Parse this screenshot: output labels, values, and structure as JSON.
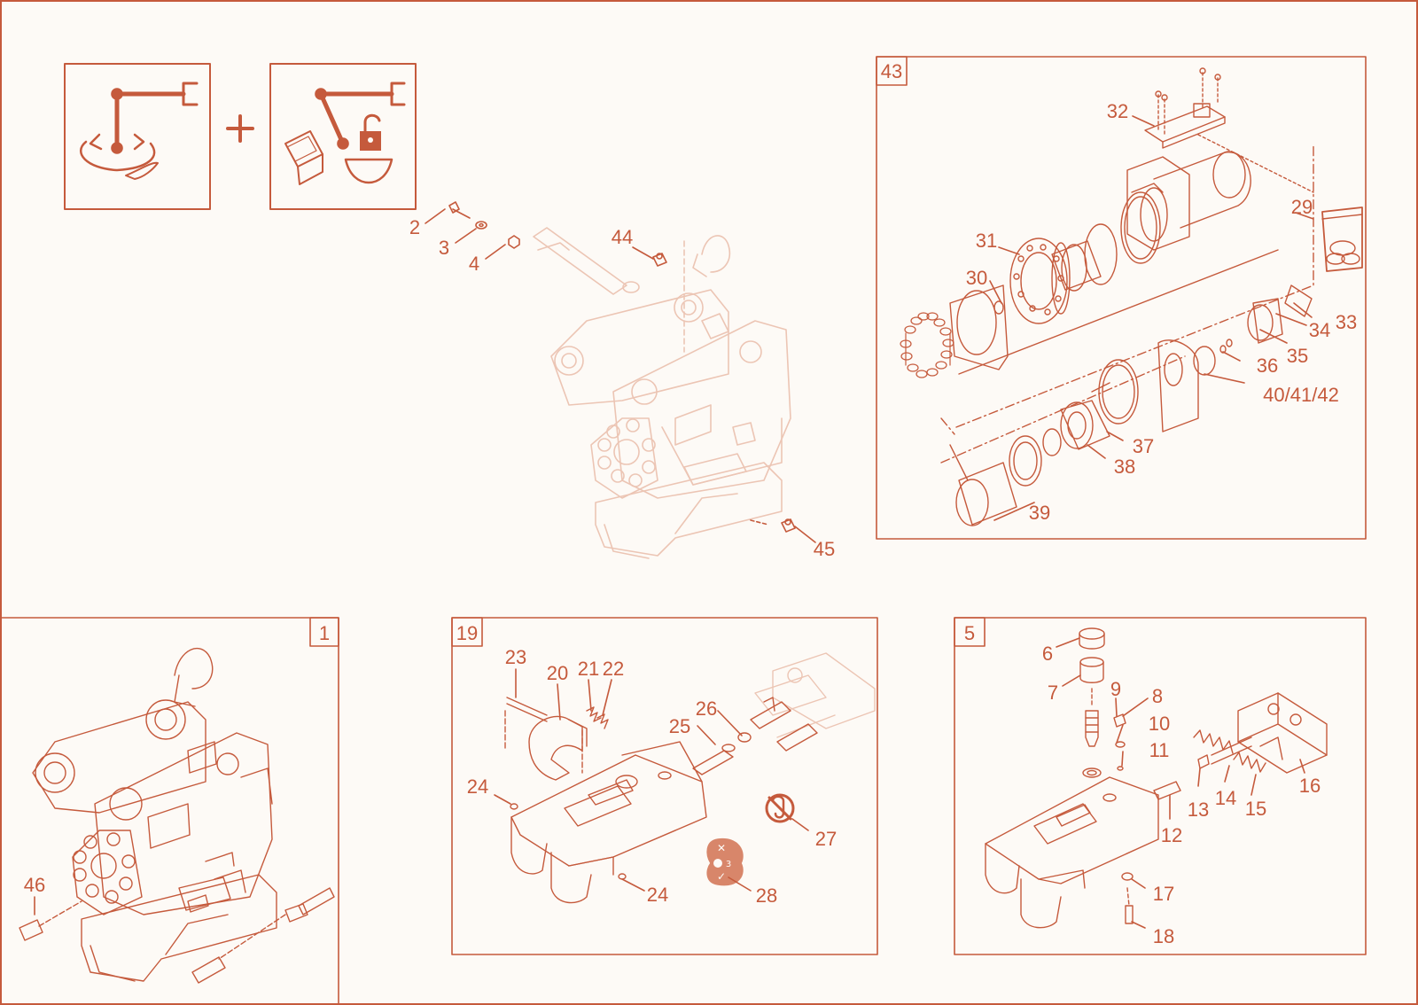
{
  "colors": {
    "accent": "#c55a3c",
    "faint": "#ecc5b4",
    "background": "#fdfaf6"
  },
  "icons": {
    "tilt_rotate": "tilt-rotate-icon",
    "plus": "plus-sign",
    "lock_switch": "lock-switch-icon"
  },
  "groups": {
    "g43": "43",
    "g1": "1",
    "g19": "19",
    "g5": "5"
  },
  "labels": {
    "l2": "2",
    "l3": "3",
    "l4": "4",
    "l44": "44",
    "l45": "45",
    "l29": "29",
    "l30": "30",
    "l31": "31",
    "l32": "32",
    "l33": "33",
    "l34": "34",
    "l35": "35",
    "l36": "36",
    "l37": "37",
    "l38": "38",
    "l39": "39",
    "l404142": "40/41/42",
    "l46": "46",
    "l20": "20",
    "l21": "21",
    "l22": "22",
    "l23": "23",
    "l24a": "24",
    "l24b": "24",
    "l25": "25",
    "l26": "26",
    "l27": "27",
    "l28": "28",
    "l6": "6",
    "l7": "7",
    "l8": "8",
    "l9": "9",
    "l10": "10",
    "l11": "11",
    "l12": "12",
    "l13": "13",
    "l14": "14",
    "l15": "15",
    "l16": "16",
    "l17": "17",
    "l18": "18"
  },
  "badge28": {
    "top": "✕",
    "mid": "3",
    "bottom": "✓"
  }
}
